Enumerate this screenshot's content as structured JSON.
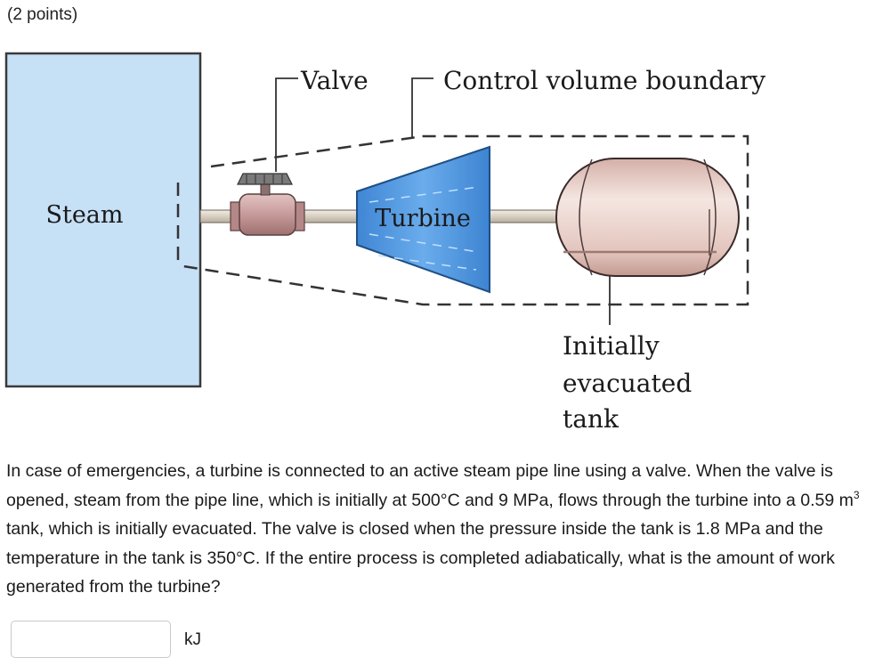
{
  "header": {
    "points": "(2 points)"
  },
  "figure": {
    "label_steam": "Steam",
    "label_valve": "Valve",
    "label_boundary": "Control volume boundary",
    "label_turbine": "Turbine",
    "label_tank_1": "Initially",
    "label_tank_2": "evacuated",
    "label_tank_3": "tank",
    "colors": {
      "steam_fill": "#c6e0f6",
      "turbine_fill": "#4f97dd",
      "tank_fill": "#e8cdc6",
      "valve_fill": "#c79a9a"
    }
  },
  "question": {
    "p1": "In case of emergencies, a turbine is connected to an active steam pipe line using a valve. When the valve is opened, steam from the pipe line, which is initially at 500°C and 9 MPa, flows through the turbine into a 0.59 m",
    "sup": "3",
    "p2": " tank, which is initially evacuated. The valve is closed when the pressure inside the tank is 1.8 MPa and the temperature in the tank is 350°C. If the entire process is completed adiabatically, what is the amount of work generated from the turbine?"
  },
  "answer": {
    "value": "",
    "placeholder": "",
    "unit": "kJ"
  }
}
